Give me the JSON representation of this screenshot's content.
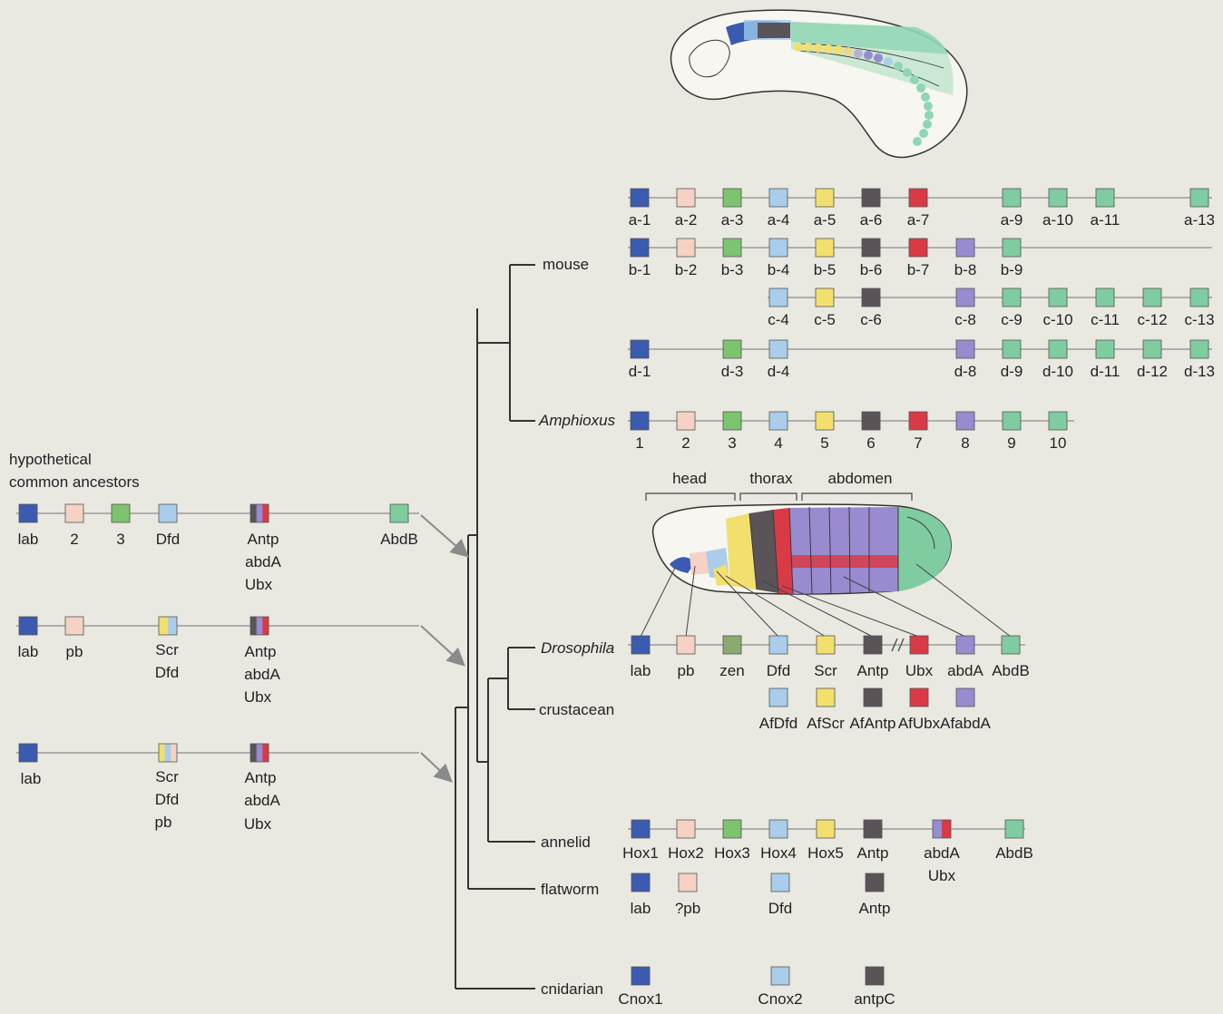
{
  "colors": {
    "background": "#e9e8e1",
    "line": "#9a9a9a",
    "tree": "#333333",
    "lab": "#3a5bb0",
    "pb": "#f5d2c4",
    "hox3": "#7cc46e",
    "dfd": "#a9cdea",
    "scr": "#f2df6e",
    "antp": "#5a5458",
    "ubx": "#d93a45",
    "abda": "#9a8ad0",
    "abdb": "#7fcca0",
    "zen": "#8aaa72"
  },
  "ancestors": {
    "title_line1": "hypothetical",
    "title_line2": "common ancestors",
    "row1": [
      "lab",
      "2",
      "3",
      "Dfd",
      "Antp",
      "abdA",
      "Ubx",
      "AbdB"
    ],
    "row2": [
      "lab",
      "pb",
      "Scr",
      "Dfd",
      "Antp",
      "abdA",
      "Ubx"
    ],
    "row3": [
      "lab",
      "Scr",
      "Dfd",
      "pb",
      "Antp",
      "abdA",
      "Ubx"
    ]
  },
  "taxa": {
    "mouse": "mouse",
    "amphioxus": "Amphioxus",
    "drosophila": "Drosophila",
    "crustacean": "crustacean",
    "annelid": "annelid",
    "flatworm": "flatworm",
    "cnidarian": "cnidarian"
  },
  "mouse": {
    "a": [
      "a-1",
      "a-2",
      "a-3",
      "a-4",
      "a-5",
      "a-6",
      "a-7",
      "a-9",
      "a-10",
      "a-11",
      "a-13"
    ],
    "b": [
      "b-1",
      "b-2",
      "b-3",
      "b-4",
      "b-5",
      "b-6",
      "b-7",
      "b-8",
      "b-9"
    ],
    "c": [
      "c-4",
      "c-5",
      "c-6",
      "c-8",
      "c-9",
      "c-10",
      "c-11",
      "c-12",
      "c-13"
    ],
    "d": [
      "d-1",
      "d-3",
      "d-4",
      "d-8",
      "d-9",
      "d-10",
      "d-11",
      "d-12",
      "d-13"
    ]
  },
  "amphioxus": [
    "1",
    "2",
    "3",
    "4",
    "5",
    "6",
    "7",
    "8",
    "9",
    "10"
  ],
  "fly_regions": [
    "head",
    "thorax",
    "abdomen"
  ],
  "drosophila": [
    "lab",
    "pb",
    "zen",
    "Dfd",
    "Scr",
    "Antp",
    "Ubx",
    "abdA",
    "AbdB"
  ],
  "crustacean": [
    "AfDfd",
    "AfScr",
    "AfAntp",
    "AfUbx",
    "AfabdA"
  ],
  "annelid": [
    "Hox1",
    "Hox2",
    "Hox3",
    "Hox4",
    "Hox5",
    "Antp",
    "abdA",
    "Ubx",
    "AbdB"
  ],
  "flatworm": [
    "lab",
    "?pb",
    "Dfd",
    "Antp"
  ],
  "cnidarian": [
    "Cnox1",
    "Cnox2",
    "antpC"
  ]
}
